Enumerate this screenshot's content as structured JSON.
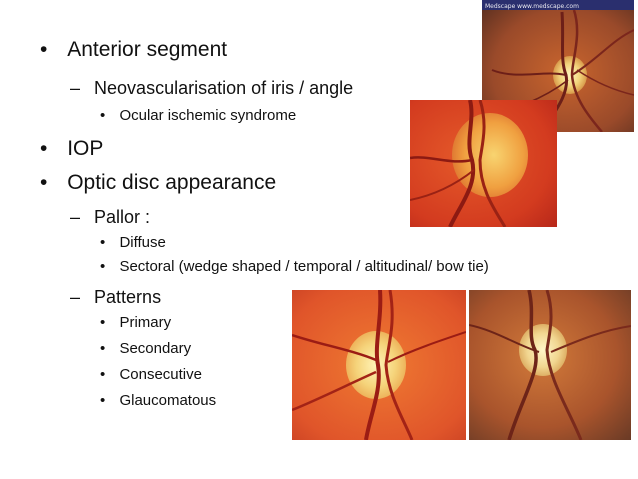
{
  "slide": {
    "bullets": {
      "anterior": "Anterior segment",
      "neovasc": "Neovascularisation of iris / angle",
      "ocular": "Ocular ischemic syndrome",
      "iop": "IOP",
      "optic": "Optic disc appearance",
      "pallor": "Pallor :",
      "diffuse": "Diffuse",
      "sectoral": "Sectoral (wedge shaped / temporal / altitudinal/ bow tie)",
      "patterns": "Patterns",
      "primary": "Primary",
      "secondary": "Secondary",
      "consecutive": "Consecutive",
      "glaucomatous": "Glaucomatous"
    },
    "markers": {
      "level1": "•",
      "level2": "–",
      "level3": "•"
    },
    "photo1_caption": "Medscape    www.medscape.com"
  }
}
